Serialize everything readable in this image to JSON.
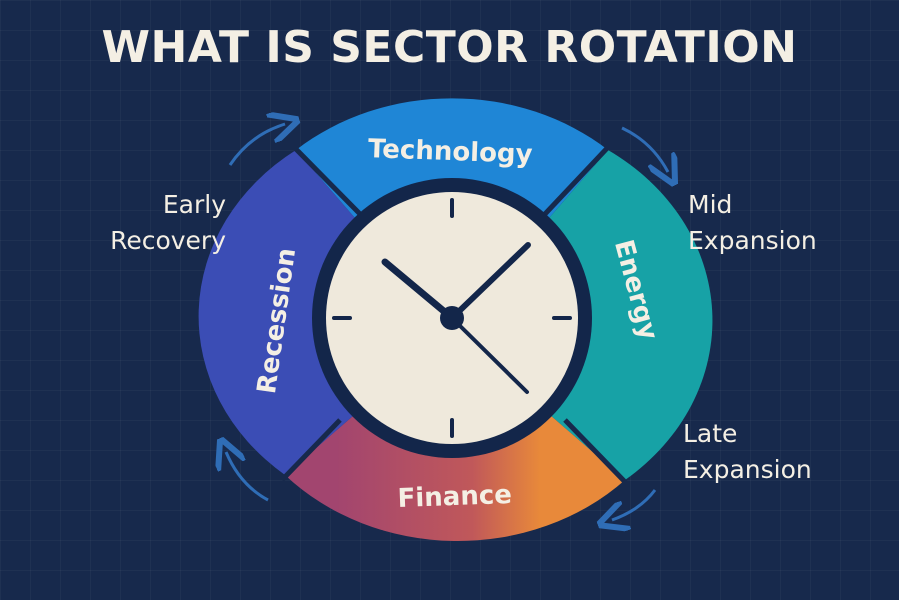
{
  "title": "WHAT IS SECTOR ROTATION",
  "phases": {
    "early_recovery": [
      "Early",
      "Recovery"
    ],
    "mid_expansion": [
      "Mid",
      "Expansion"
    ],
    "late_expansion": [
      "Late",
      "Expansion"
    ]
  },
  "sectors": {
    "technology": "Technology",
    "energy": "Energy",
    "finance": "Finance",
    "recession": "Recession"
  },
  "colors": {
    "background": "#17294c",
    "technology": "#1f86d6",
    "energy": "#17a2a6",
    "finance_start": "#a2456f",
    "finance_end": "#e8893a",
    "recession": "#3b4db5",
    "clock_face": "#efe9dc",
    "arrow": "#2f6db6"
  }
}
